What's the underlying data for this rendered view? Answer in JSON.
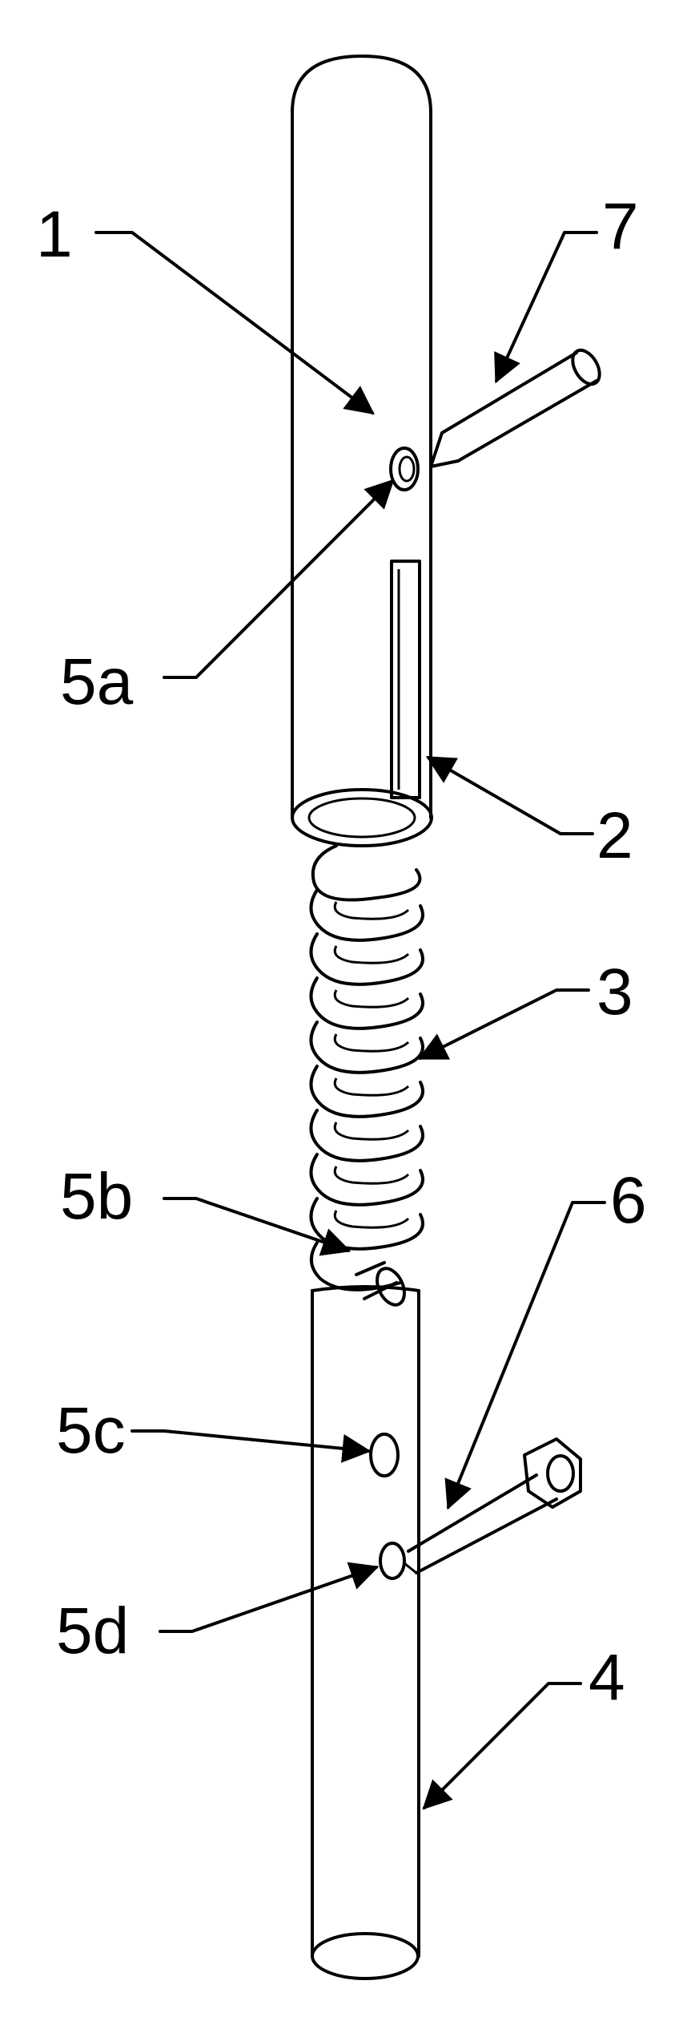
{
  "figure": {
    "labels": {
      "part_1": "1",
      "part_2": "2",
      "part_3": "3",
      "part_4": "4",
      "part_5a": "5a",
      "part_5b": "5b",
      "part_5c": "5c",
      "part_5d": "5d",
      "part_6": "6",
      "part_7": "7"
    }
  }
}
